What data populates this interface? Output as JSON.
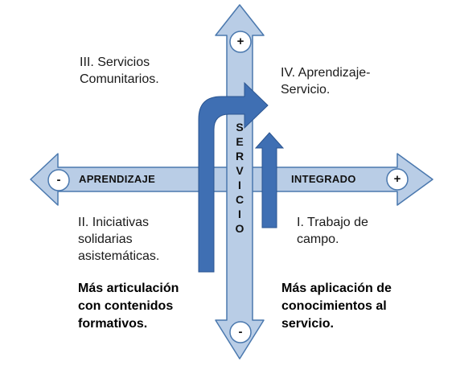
{
  "colors": {
    "axis_fill": "#b9cde6",
    "axis_stroke": "#4a78ae",
    "arrow_fill": "#3f6fb3",
    "arrow_stroke": "#2b5590",
    "sign_fill": "#ffffff",
    "sign_stroke": "#4a78ae"
  },
  "axes": {
    "horizontal_left_label": "APRENDIZAJE",
    "horizontal_right_label": "INTEGRADO",
    "vertical_letters": [
      "S",
      "E",
      "R",
      "V",
      "I",
      "C",
      "I",
      "O"
    ],
    "signs": {
      "left": "-",
      "right": "+",
      "top": "+",
      "bottom": "-"
    }
  },
  "quadrants": {
    "q1": {
      "line1": "I. Trabajo de",
      "line2": "campo."
    },
    "q2": {
      "line1": "II. Iniciativas",
      "line2": "solidarias",
      "line3": "asistemáticas."
    },
    "q3": {
      "line1": "III. Servicios",
      "line2": "Comunitarios."
    },
    "q4": {
      "line1": "IV. Aprendizaje-",
      "line2": "Servicio."
    }
  },
  "notes": {
    "left": {
      "line1": "Más articulación",
      "line2": "con contenidos",
      "line3": "formativos."
    },
    "right": {
      "line1": "Más aplicación de",
      "line2": "conocimientos al",
      "line3": "servicio."
    }
  }
}
